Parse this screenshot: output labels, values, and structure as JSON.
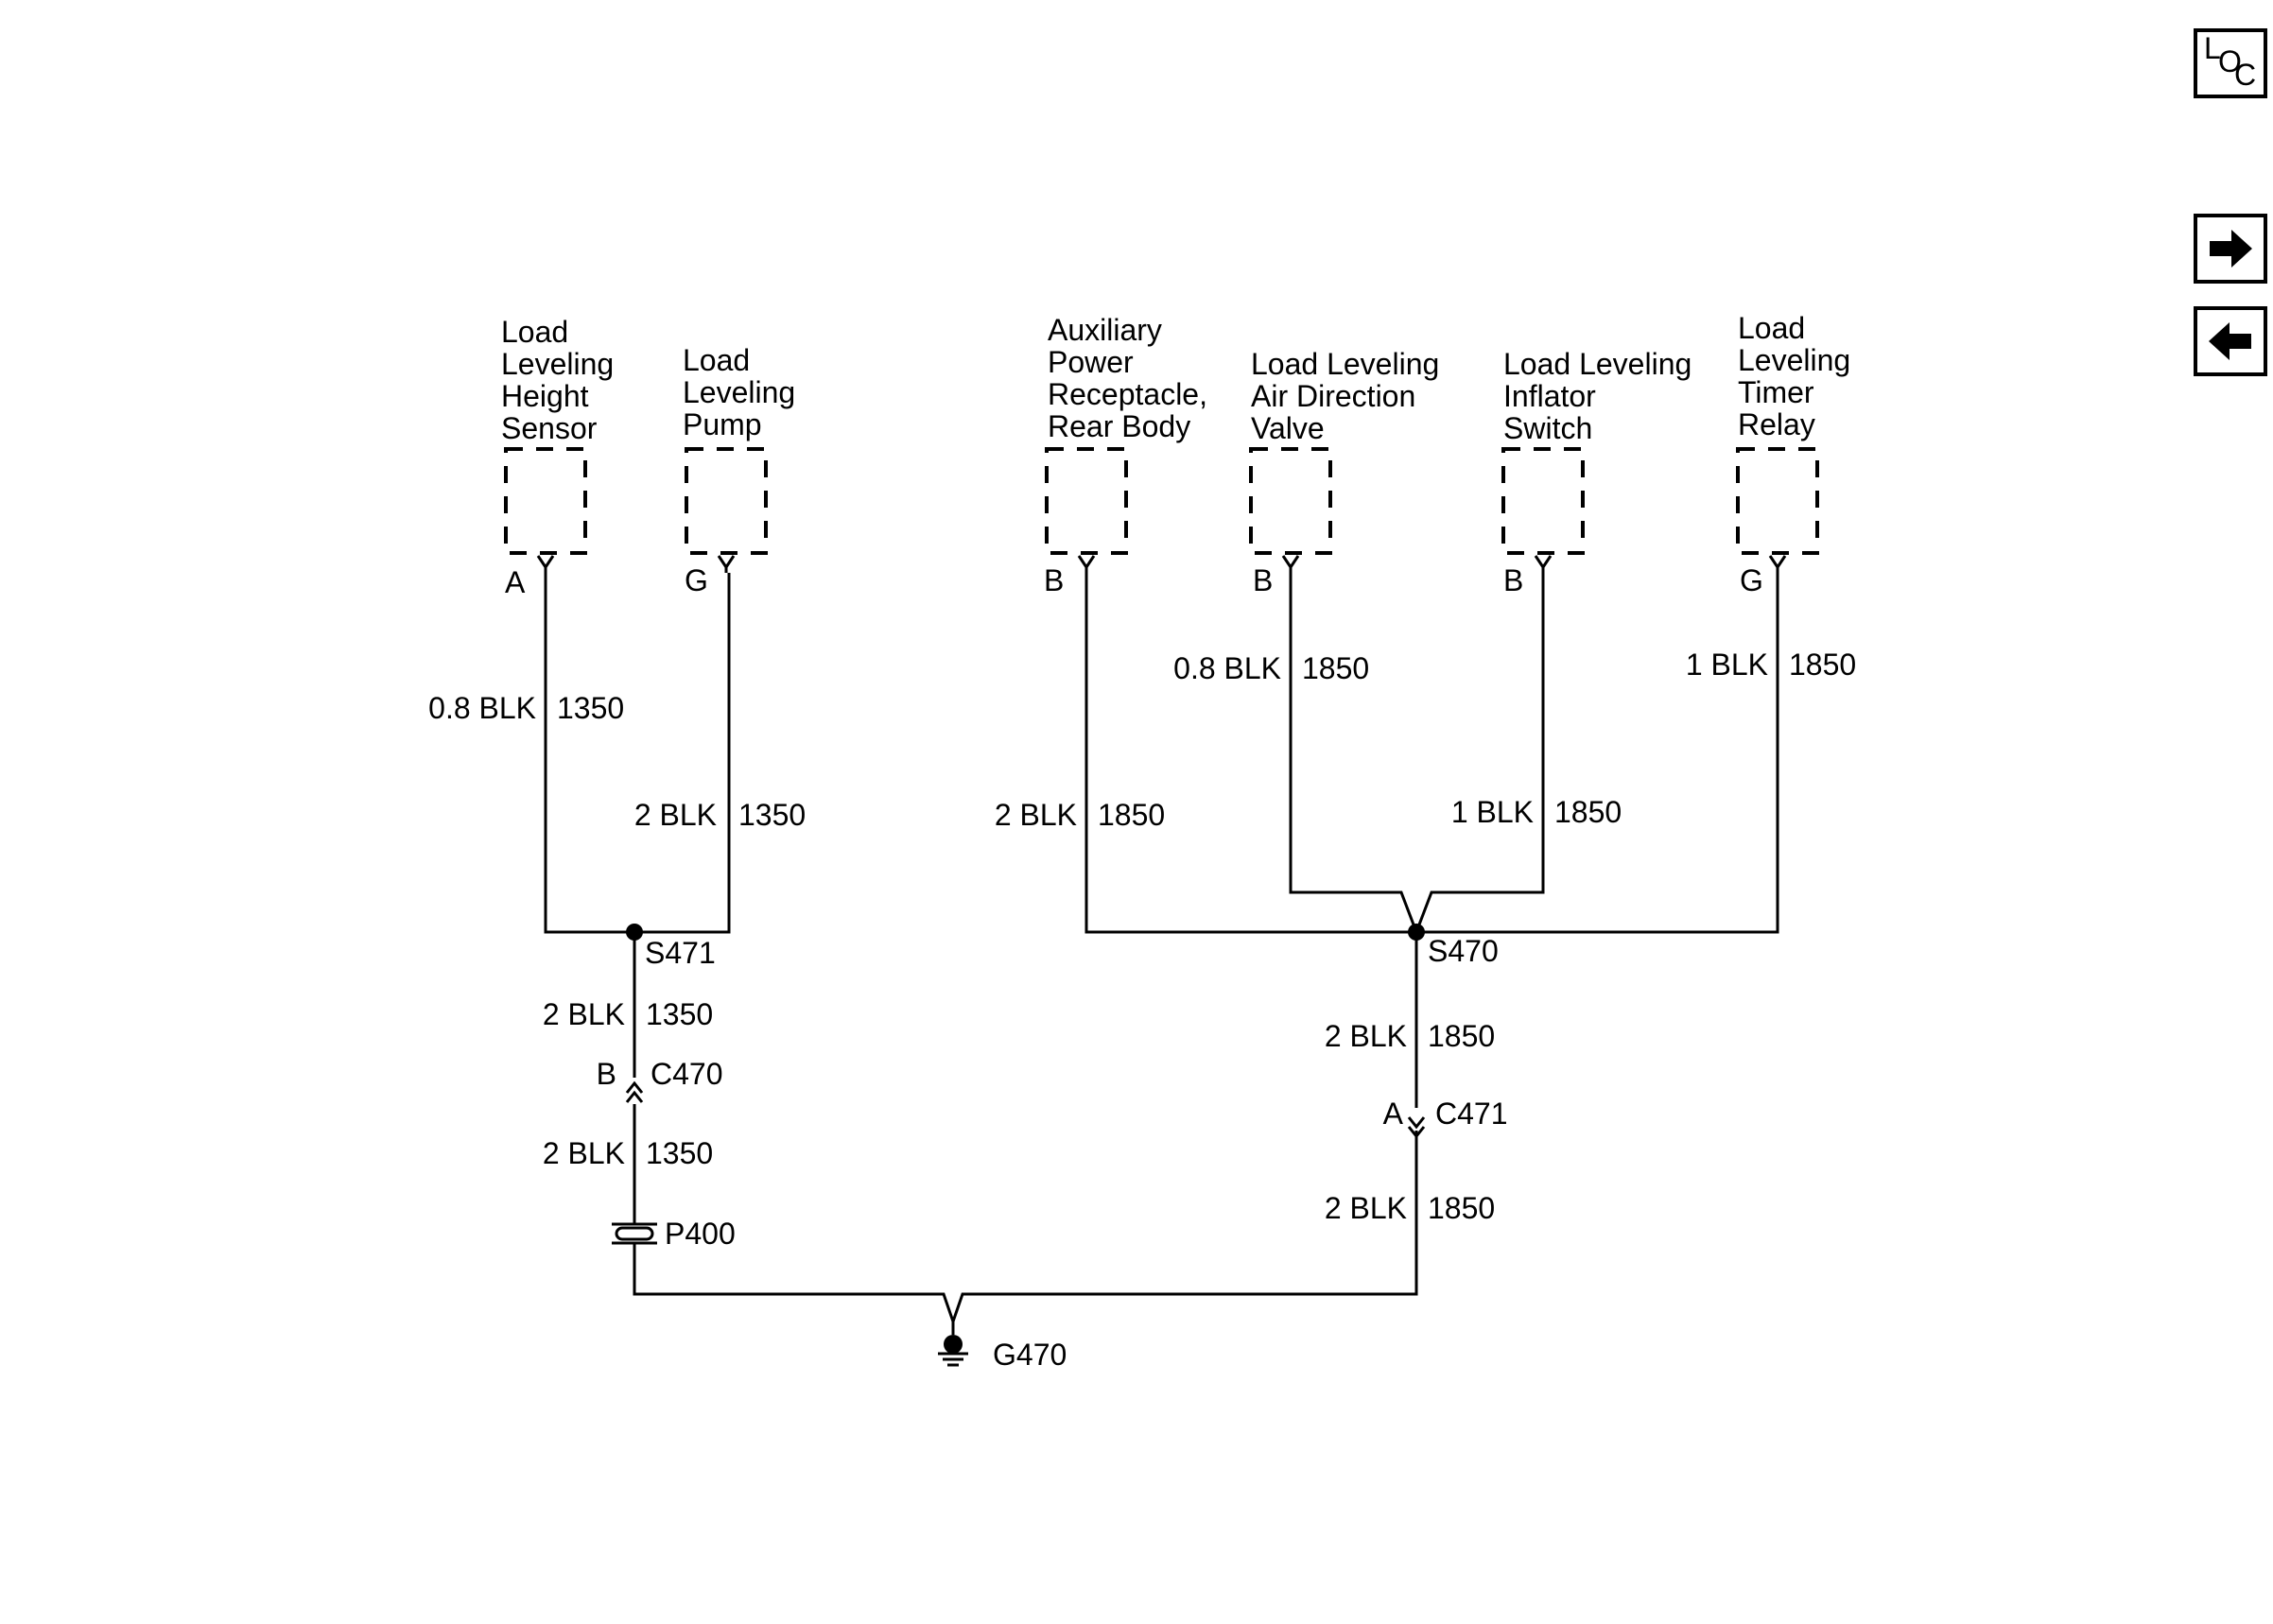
{
  "nav": {
    "loc_letters": [
      "L",
      "O",
      "C"
    ],
    "next_icon": "arrow-right-icon",
    "prev_icon": "arrow-left-icon"
  },
  "components": {
    "height_sensor": [
      "Load",
      "Leveling",
      "Height",
      "Sensor"
    ],
    "pump": [
      "Load",
      "Leveling",
      "Pump"
    ],
    "aux_power": [
      "Auxiliary",
      "Power",
      "Receptacle,",
      "Rear Body"
    ],
    "air_valve": [
      "Load Leveling",
      "Air Direction",
      "Valve"
    ],
    "inflator_switch": [
      "Load Leveling",
      "Inflator",
      "Switch"
    ],
    "timer_relay": [
      "Load",
      "Leveling",
      "Timer",
      "Relay"
    ]
  },
  "pins": {
    "height_sensor": "A",
    "pump": "G",
    "aux_power": "B",
    "air_valve": "B",
    "inflator_switch": "B",
    "timer_relay": "G",
    "c470": "B",
    "c471": "A"
  },
  "wires": {
    "height_sensor": {
      "gauge": "0.8 BLK",
      "circuit": "1350"
    },
    "pump": {
      "gauge": "2 BLK",
      "circuit": "1350"
    },
    "aux_power": {
      "gauge": "2 BLK",
      "circuit": "1850"
    },
    "air_valve": {
      "gauge": "0.8 BLK",
      "circuit": "1850"
    },
    "inflator_switch": {
      "gauge": "1 BLK",
      "circuit": "1850"
    },
    "timer_relay": {
      "gauge": "1 BLK",
      "circuit": "1850"
    },
    "s471_c470": {
      "gauge": "2 BLK",
      "circuit": "1350"
    },
    "c470_p400": {
      "gauge": "2 BLK",
      "circuit": "1350"
    },
    "s470_c471": {
      "gauge": "2 BLK",
      "circuit": "1850"
    },
    "c471_ground": {
      "gauge": "2 BLK",
      "circuit": "1850"
    }
  },
  "references": {
    "splice_left": "S471",
    "splice_right": "S470",
    "connector_left": "C470",
    "connector_right": "C471",
    "pass_through": "P400",
    "ground": "G470"
  }
}
